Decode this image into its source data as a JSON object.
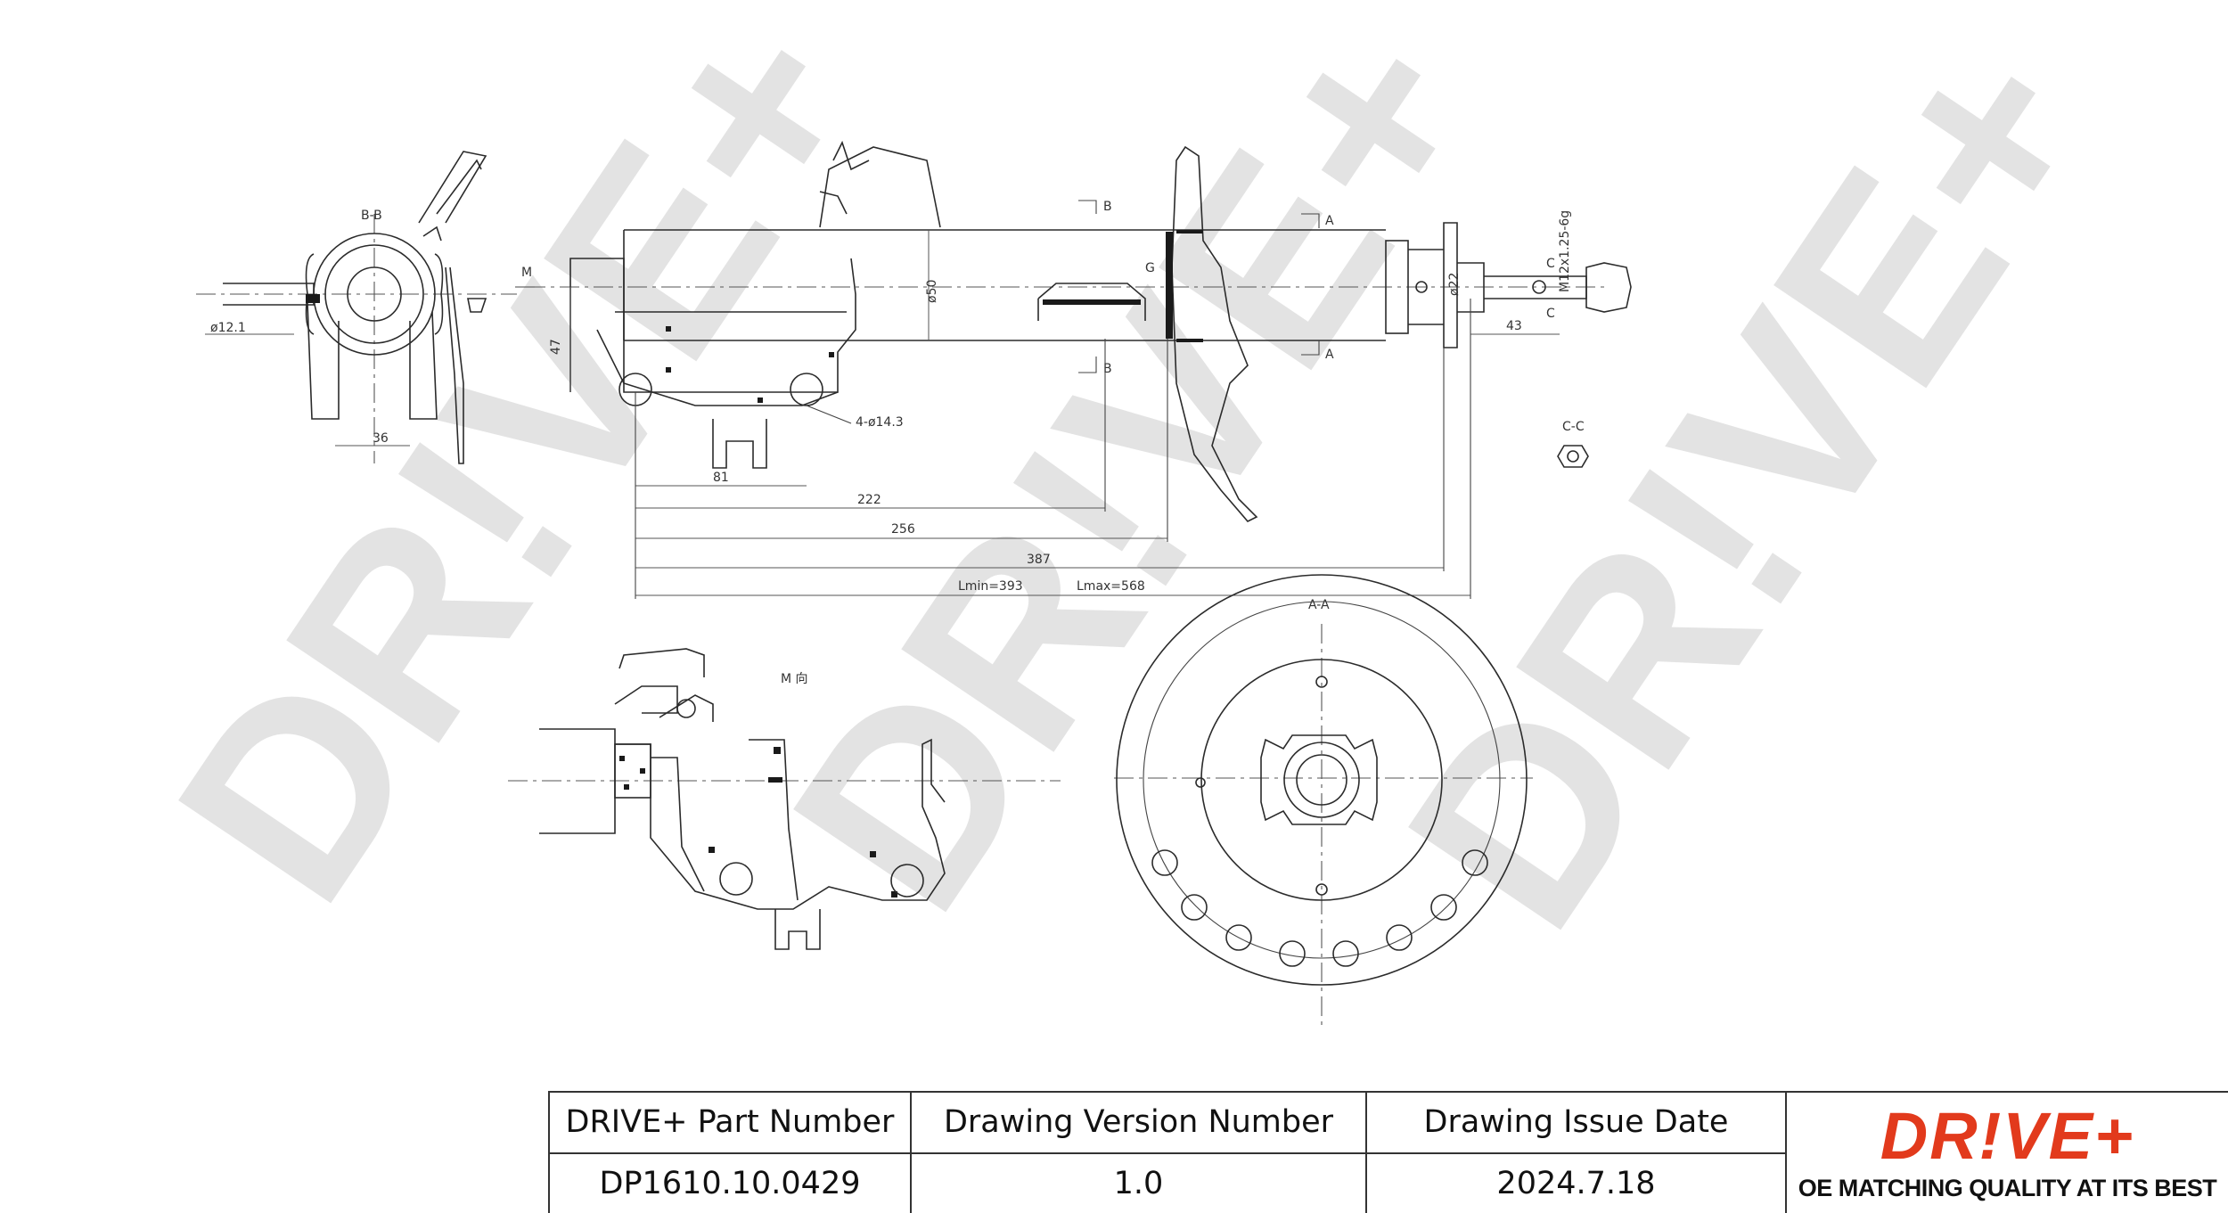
{
  "watermark": {
    "text": "DR!VE+"
  },
  "labels": {
    "section_bb": "B-B",
    "section_b": "B",
    "section_a": "A",
    "section_aa": "A-A",
    "section_cc": "C-C",
    "marker_m": "M",
    "view_m": "M 向",
    "marker_g": "G",
    "marker_c": "C"
  },
  "dimensions": {
    "d12_1": "ø12.1",
    "d36": "36",
    "d47": "47",
    "d50": "ø50",
    "d22": "ø22",
    "thread": "M12x1.25-6g",
    "d43": "43",
    "holes": "4-ø14.3",
    "d81": "81",
    "d222": "222",
    "d256": "256",
    "d387": "387",
    "lmin": "Lmin=393",
    "lmax": "Lmax=568"
  },
  "title_block": {
    "part_number_label": "DRIVE+ Part Number",
    "part_number": "DP1610.10.0429",
    "version_label": "Drawing Version Number",
    "version": "1.0",
    "issue_date_label": "Drawing Issue Date",
    "issue_date": "2024.7.18"
  },
  "logo": {
    "wordmark": "DR!VE+",
    "tagline": "OE MATCHING QUALITY AT ITS BEST",
    "color": "#e23a1c"
  }
}
